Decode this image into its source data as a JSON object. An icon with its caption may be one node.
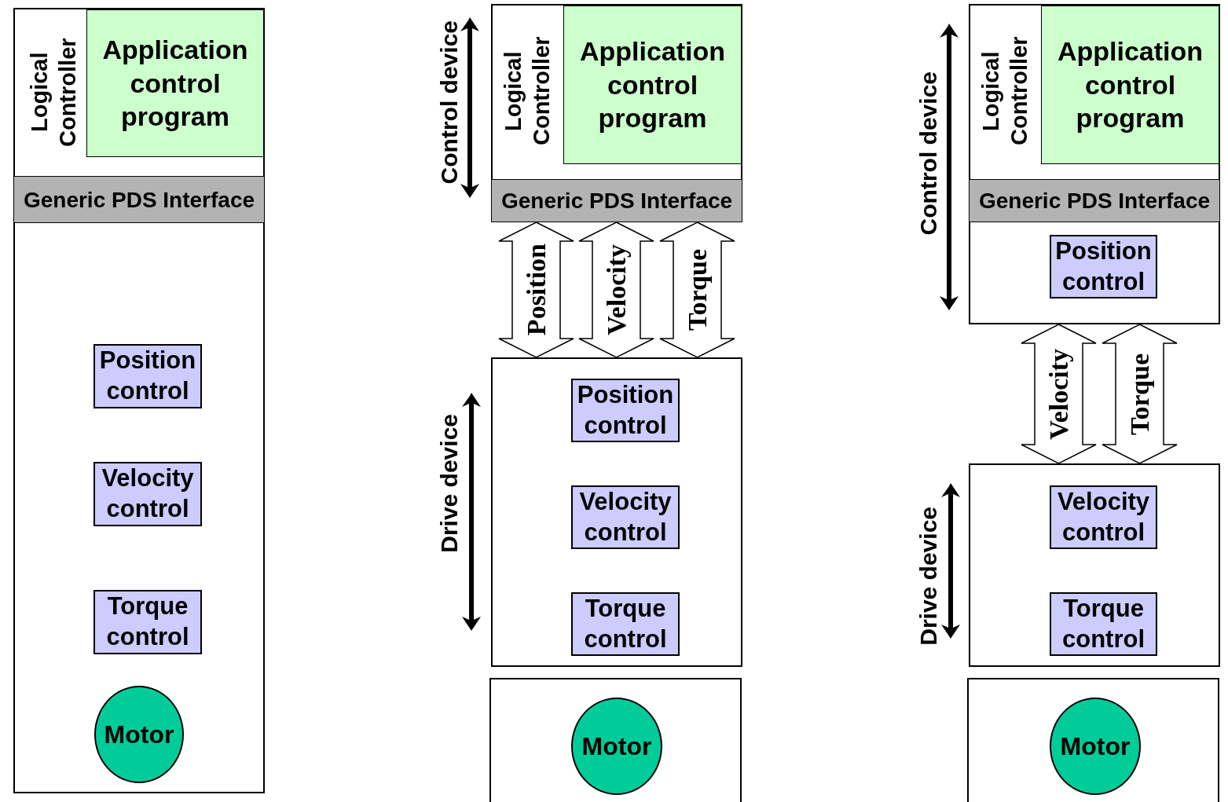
{
  "diagram": {
    "nodes": [
      {
        "text": [],
        "shape": "box"
      },
      {
        "text": [
          "Logical Controller"
        ],
        "in": 0
      },
      {
        "text": [
          "Application control program"
        ],
        "in": 0
      },
      {
        "text": [
          "Generic PDS Interface"
        ],
        "in": 0
      },
      {
        "text": [
          "Position control"
        ],
        "in": 0
      },
      {
        "text": [
          "Velocity control"
        ],
        "in": 0
      },
      {
        "text": [
          "Torque control"
        ],
        "in": 0
      },
      {
        "text": [
          "Motor"
        ],
        "in": 0
      },
      {
        "text": [],
        "shape": "box"
      },
      {
        "text": [
          "Logical Controller"
        ],
        "in": 8
      },
      {
        "text": [
          "Application control program"
        ],
        "in": 8
      },
      {
        "text": [
          "Generic PDS Interface"
        ],
        "in": 8
      },
      {
        "text": [],
        "shape": "box"
      },
      {
        "text": [
          "Position control"
        ],
        "in": 12
      },
      {
        "text": [
          "Velocity control"
        ],
        "in": 12
      },
      {
        "text": [
          "Torque control"
        ],
        "in": 12
      },
      {
        "text": [],
        "shape": "box"
      },
      {
        "text": [
          "Motor"
        ],
        "in": 16
      },
      {
        "text": [],
        "shape": "box"
      },
      {
        "text": [
          "Logical Controller"
        ],
        "in": 18
      },
      {
        "text": [
          "Application control program"
        ],
        "in": 18
      },
      {
        "text": [
          "Generic PDS Interface"
        ],
        "in": 18
      },
      {
        "text": [
          "Position control"
        ],
        "in": 18
      },
      {
        "text": [],
        "shape": "box"
      },
      {
        "text": [
          "Velocity control"
        ],
        "in": 23
      },
      {
        "text": [
          "Torque control"
        ],
        "in": 23
      },
      {
        "text": [],
        "shape": "box"
      },
      {
        "text": [
          "Motor"
        ],
        "in": 26
      }
    ],
    "edges": [
      {
        "from": 8,
        "to": 12,
        "arrow": "both",
        "label": "Position"
      },
      {
        "from": 8,
        "to": 12,
        "arrow": "both",
        "label": "Velocity"
      },
      {
        "from": 8,
        "to": 12,
        "arrow": "both",
        "label": "Torque"
      },
      {
        "from": 18,
        "to": 23,
        "arrow": "both",
        "label": "Velocity"
      },
      {
        "from": 18,
        "to": 23,
        "arrow": "both",
        "label": "Torque"
      }
    ],
    "labels": [
      "Control device",
      "Drive device",
      "Control device",
      "Drive device"
    ]
  }
}
